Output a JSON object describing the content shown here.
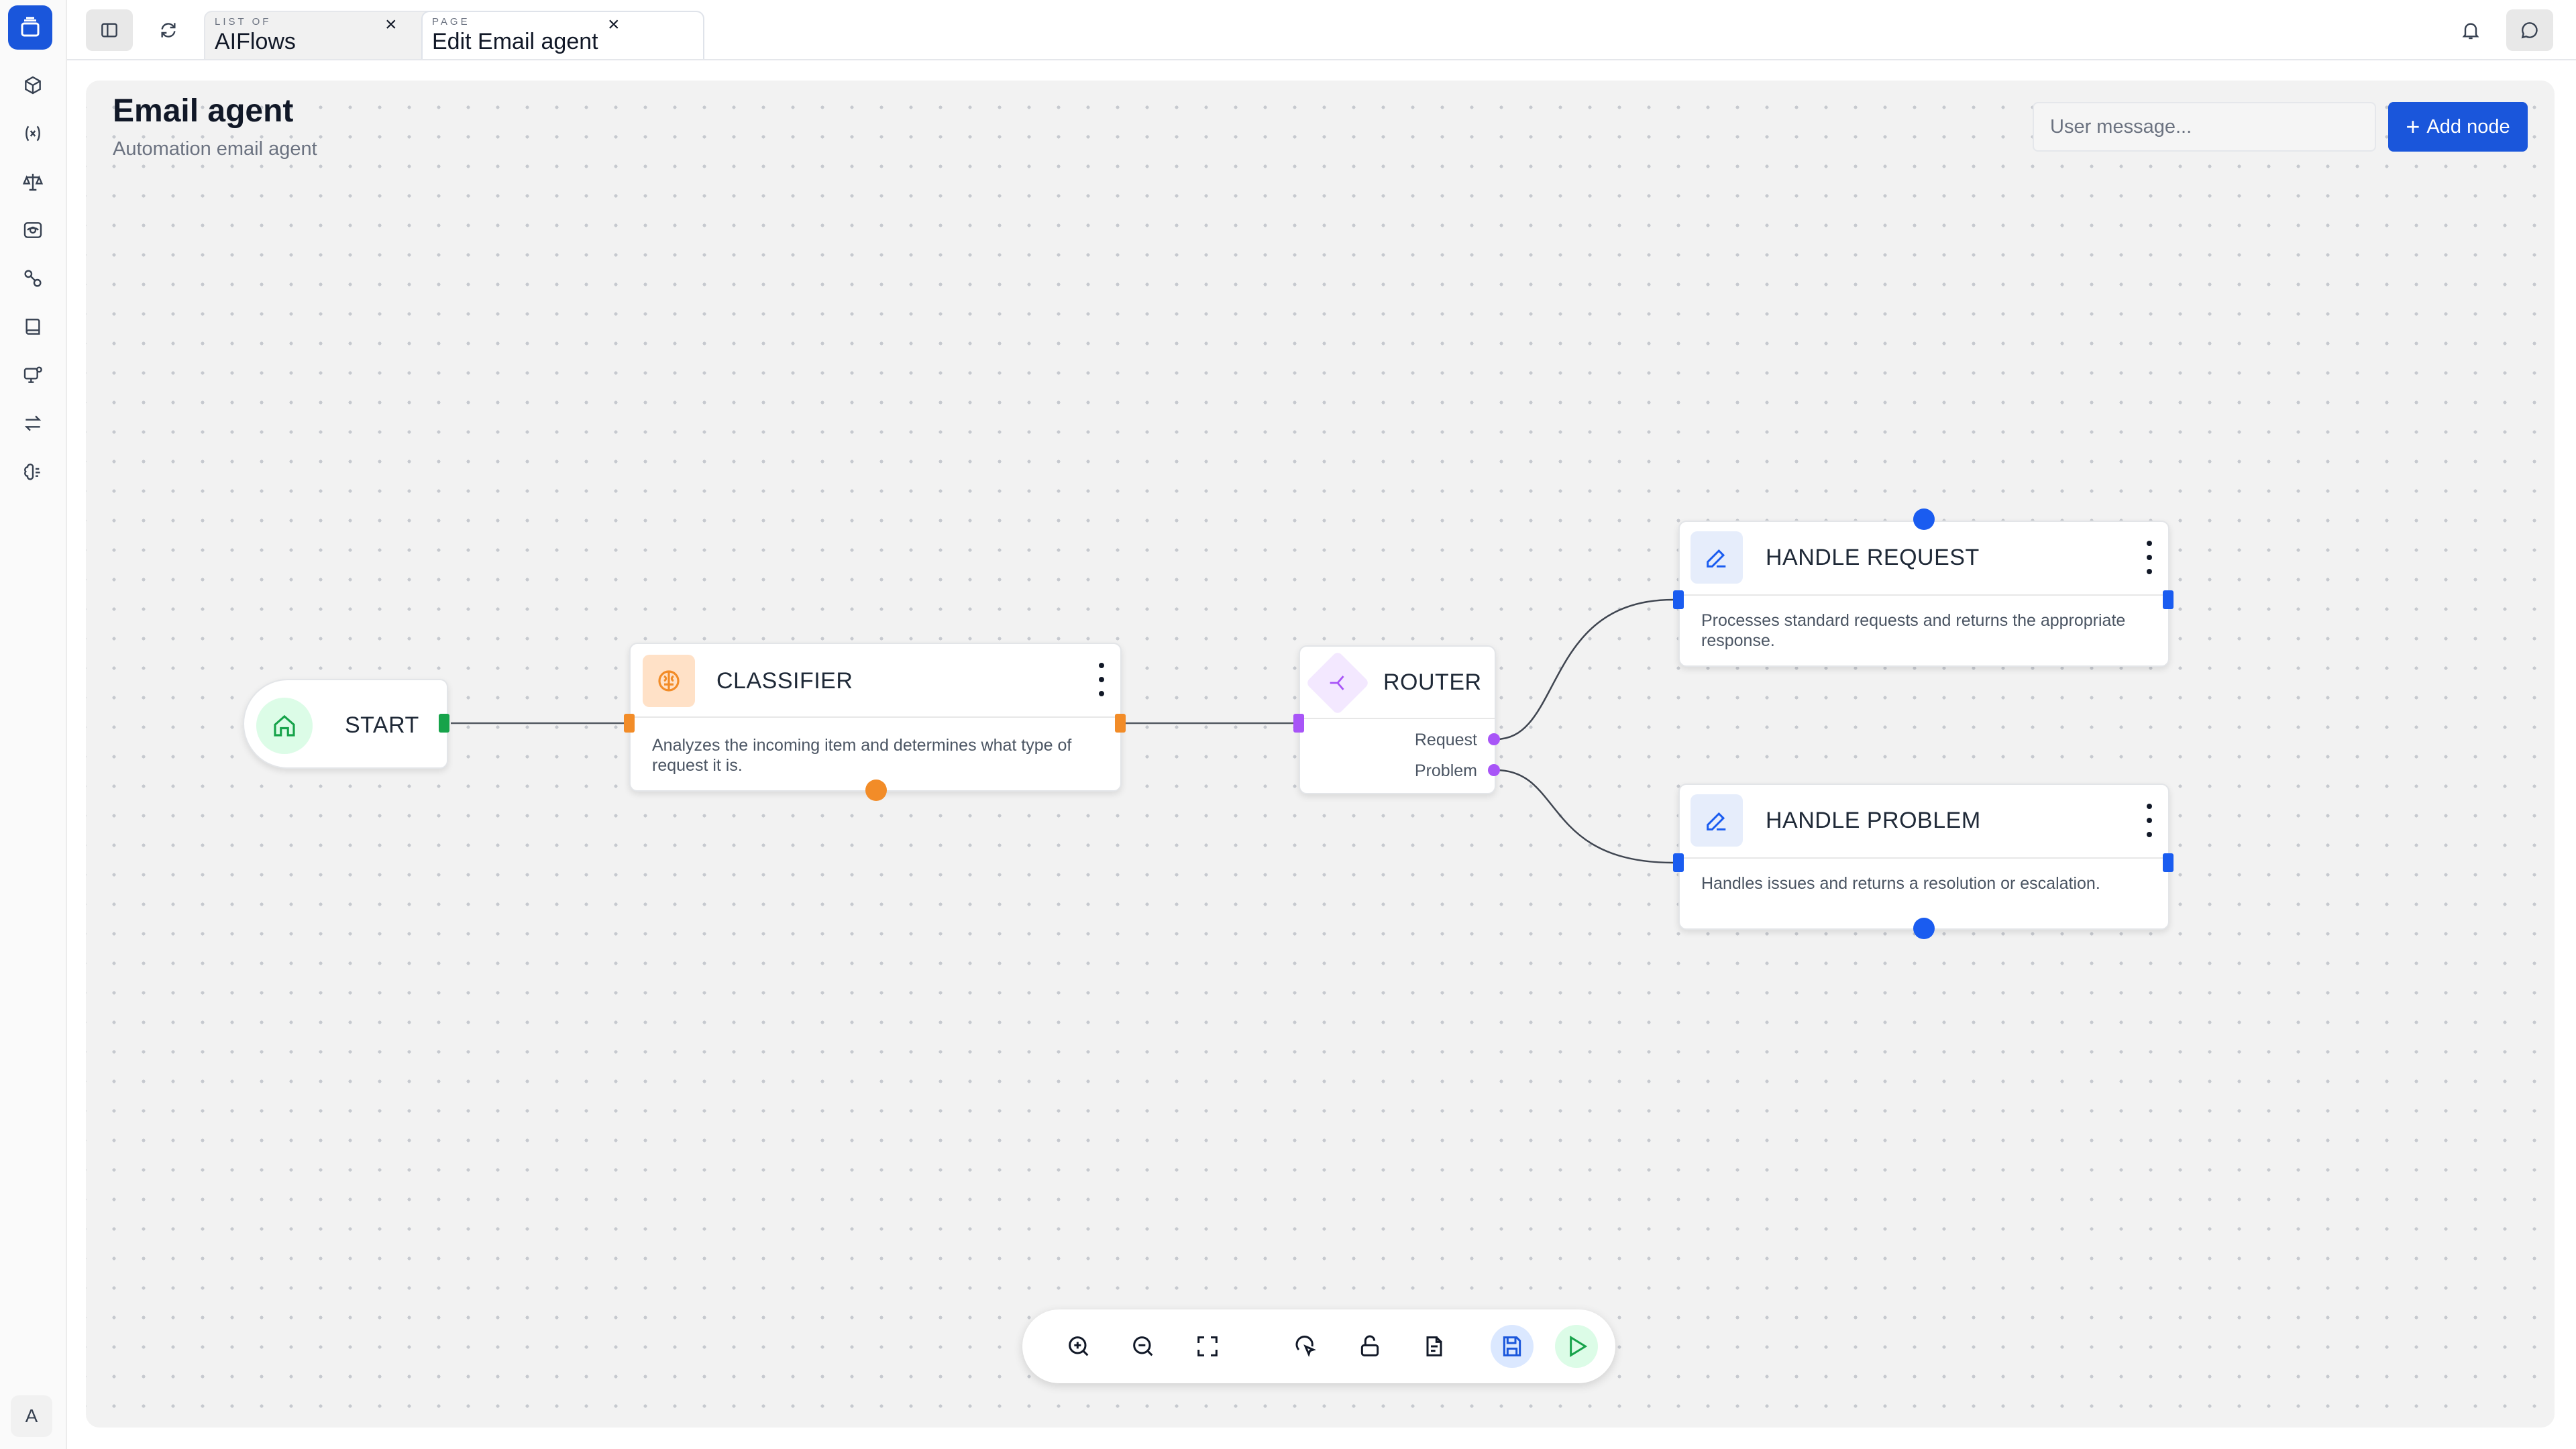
{
  "tabs": [
    {
      "kind": "LIST OF",
      "title": "AIFlows"
    },
    {
      "kind": "PAGE",
      "title": "Edit Email agent"
    }
  ],
  "page": {
    "title": "Email agent",
    "subtitle": "Automation email agent"
  },
  "search": {
    "placeholder": "User message..."
  },
  "add_node": {
    "label": "Add node",
    "icon": "plus-icon"
  },
  "user": {
    "initial": "A"
  },
  "sidebar": {
    "items": [
      {
        "icon": "cube-icon"
      },
      {
        "icon": "variable-icon"
      },
      {
        "icon": "scale-icon"
      },
      {
        "icon": "eye-scan-icon"
      },
      {
        "icon": "shapes-icon"
      },
      {
        "icon": "book-icon"
      },
      {
        "icon": "monitor-settings-icon"
      },
      {
        "icon": "swap-icon"
      },
      {
        "icon": "brain-icon"
      }
    ]
  },
  "nodes": {
    "start": {
      "title": "START",
      "icon": "home-icon"
    },
    "classifier": {
      "title": "CLASSIFIER",
      "icon": "brain-icon",
      "description": "Analyzes the incoming item and determines what type of request it is."
    },
    "router": {
      "title": "ROUTER",
      "icon": "split-icon",
      "outputs": [
        "Request",
        "Problem"
      ]
    },
    "handle_request": {
      "title": "HANDLE REQUEST",
      "icon": "pencil-icon",
      "description": "Processes standard requests and returns the appropriate response."
    },
    "handle_problem": {
      "title": "HANDLE PROBLEM",
      "icon": "pencil-icon",
      "description": "Handles issues and returns a resolution or escalation."
    }
  },
  "toolbar": {
    "items": [
      "zoom-in-icon",
      "zoom-out-icon",
      "fit-view-icon",
      "auto-layout-icon",
      "lock-icon",
      "edit-notes-icon",
      "save-icon",
      "run-icon"
    ]
  },
  "colors": {
    "primary": "#1a56db",
    "start": "#16a34a",
    "classifier": "#f28c28",
    "router": "#a855f7",
    "handler": "#1a5cf0"
  }
}
